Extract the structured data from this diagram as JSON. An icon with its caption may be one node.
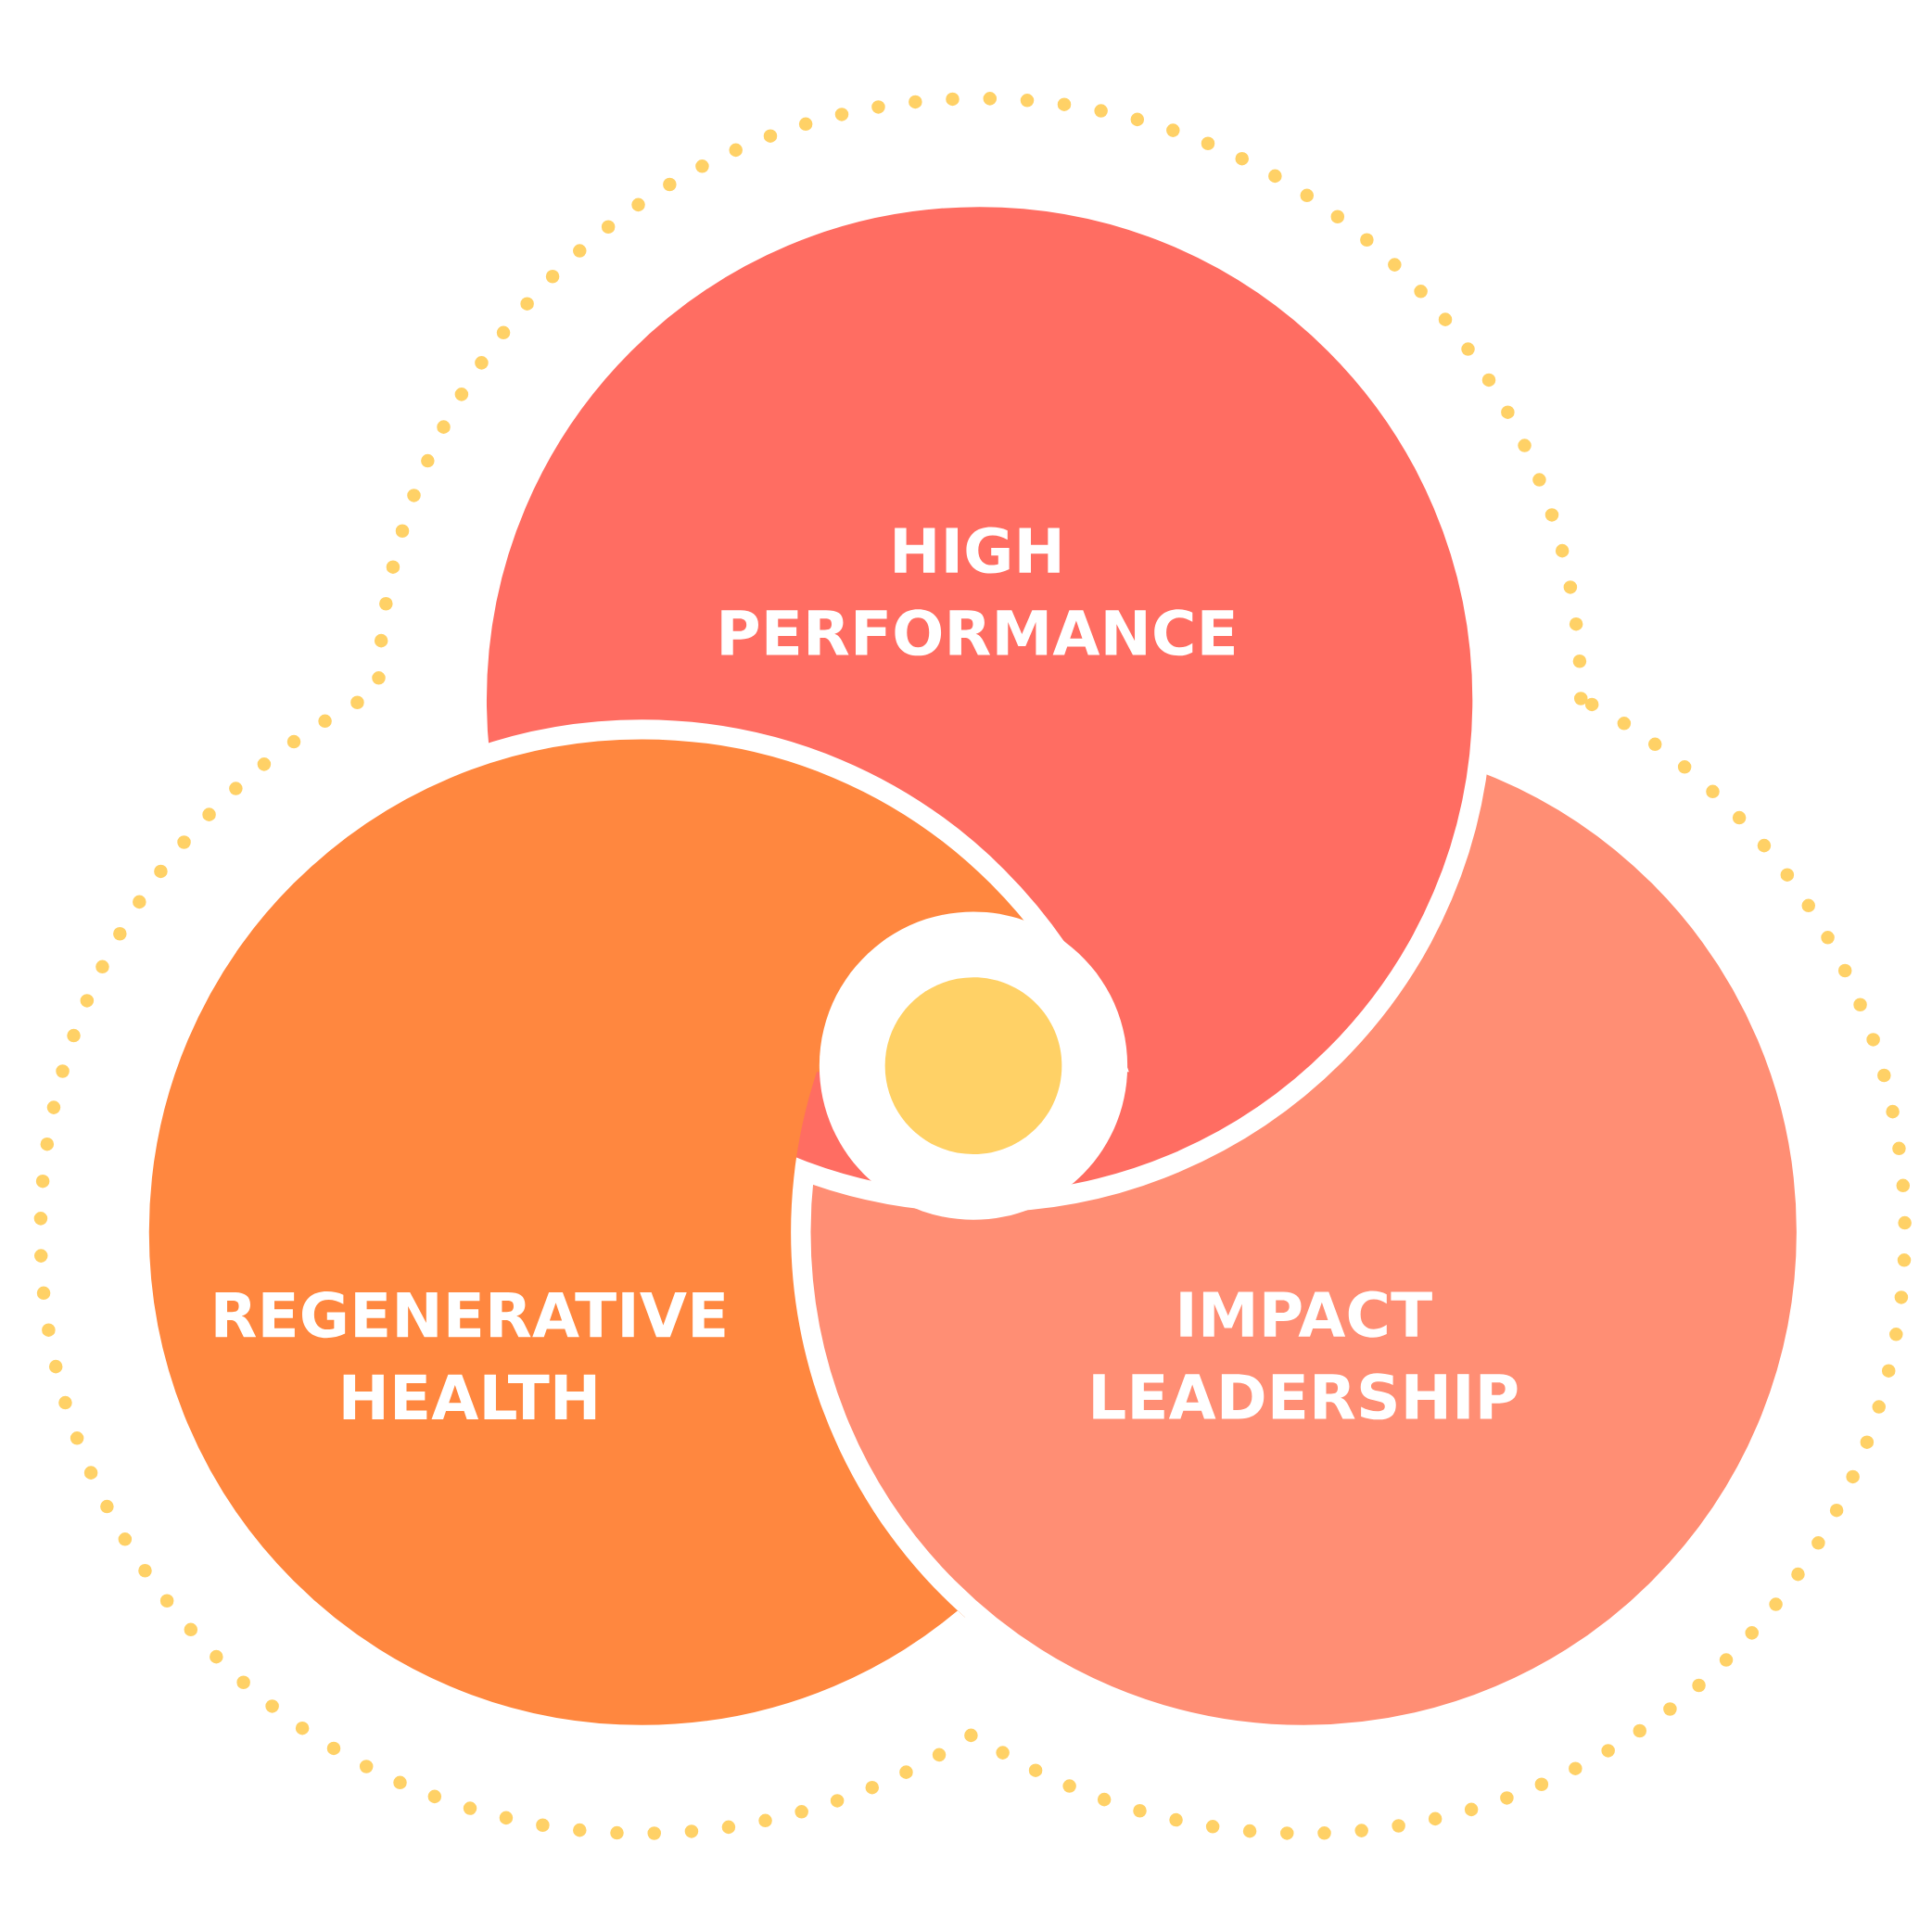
{
  "diagram": {
    "nodes": [
      {
        "text": [
          "HIGH PERFORMANCE"
        ]
      },
      {
        "text": [
          "REGENERATIVE HEALTH"
        ]
      },
      {
        "text": [
          "IMPACT LEADERSHIP"
        ]
      },
      {
        "text": [],
        "shape": "circle"
      }
    ]
  }
}
